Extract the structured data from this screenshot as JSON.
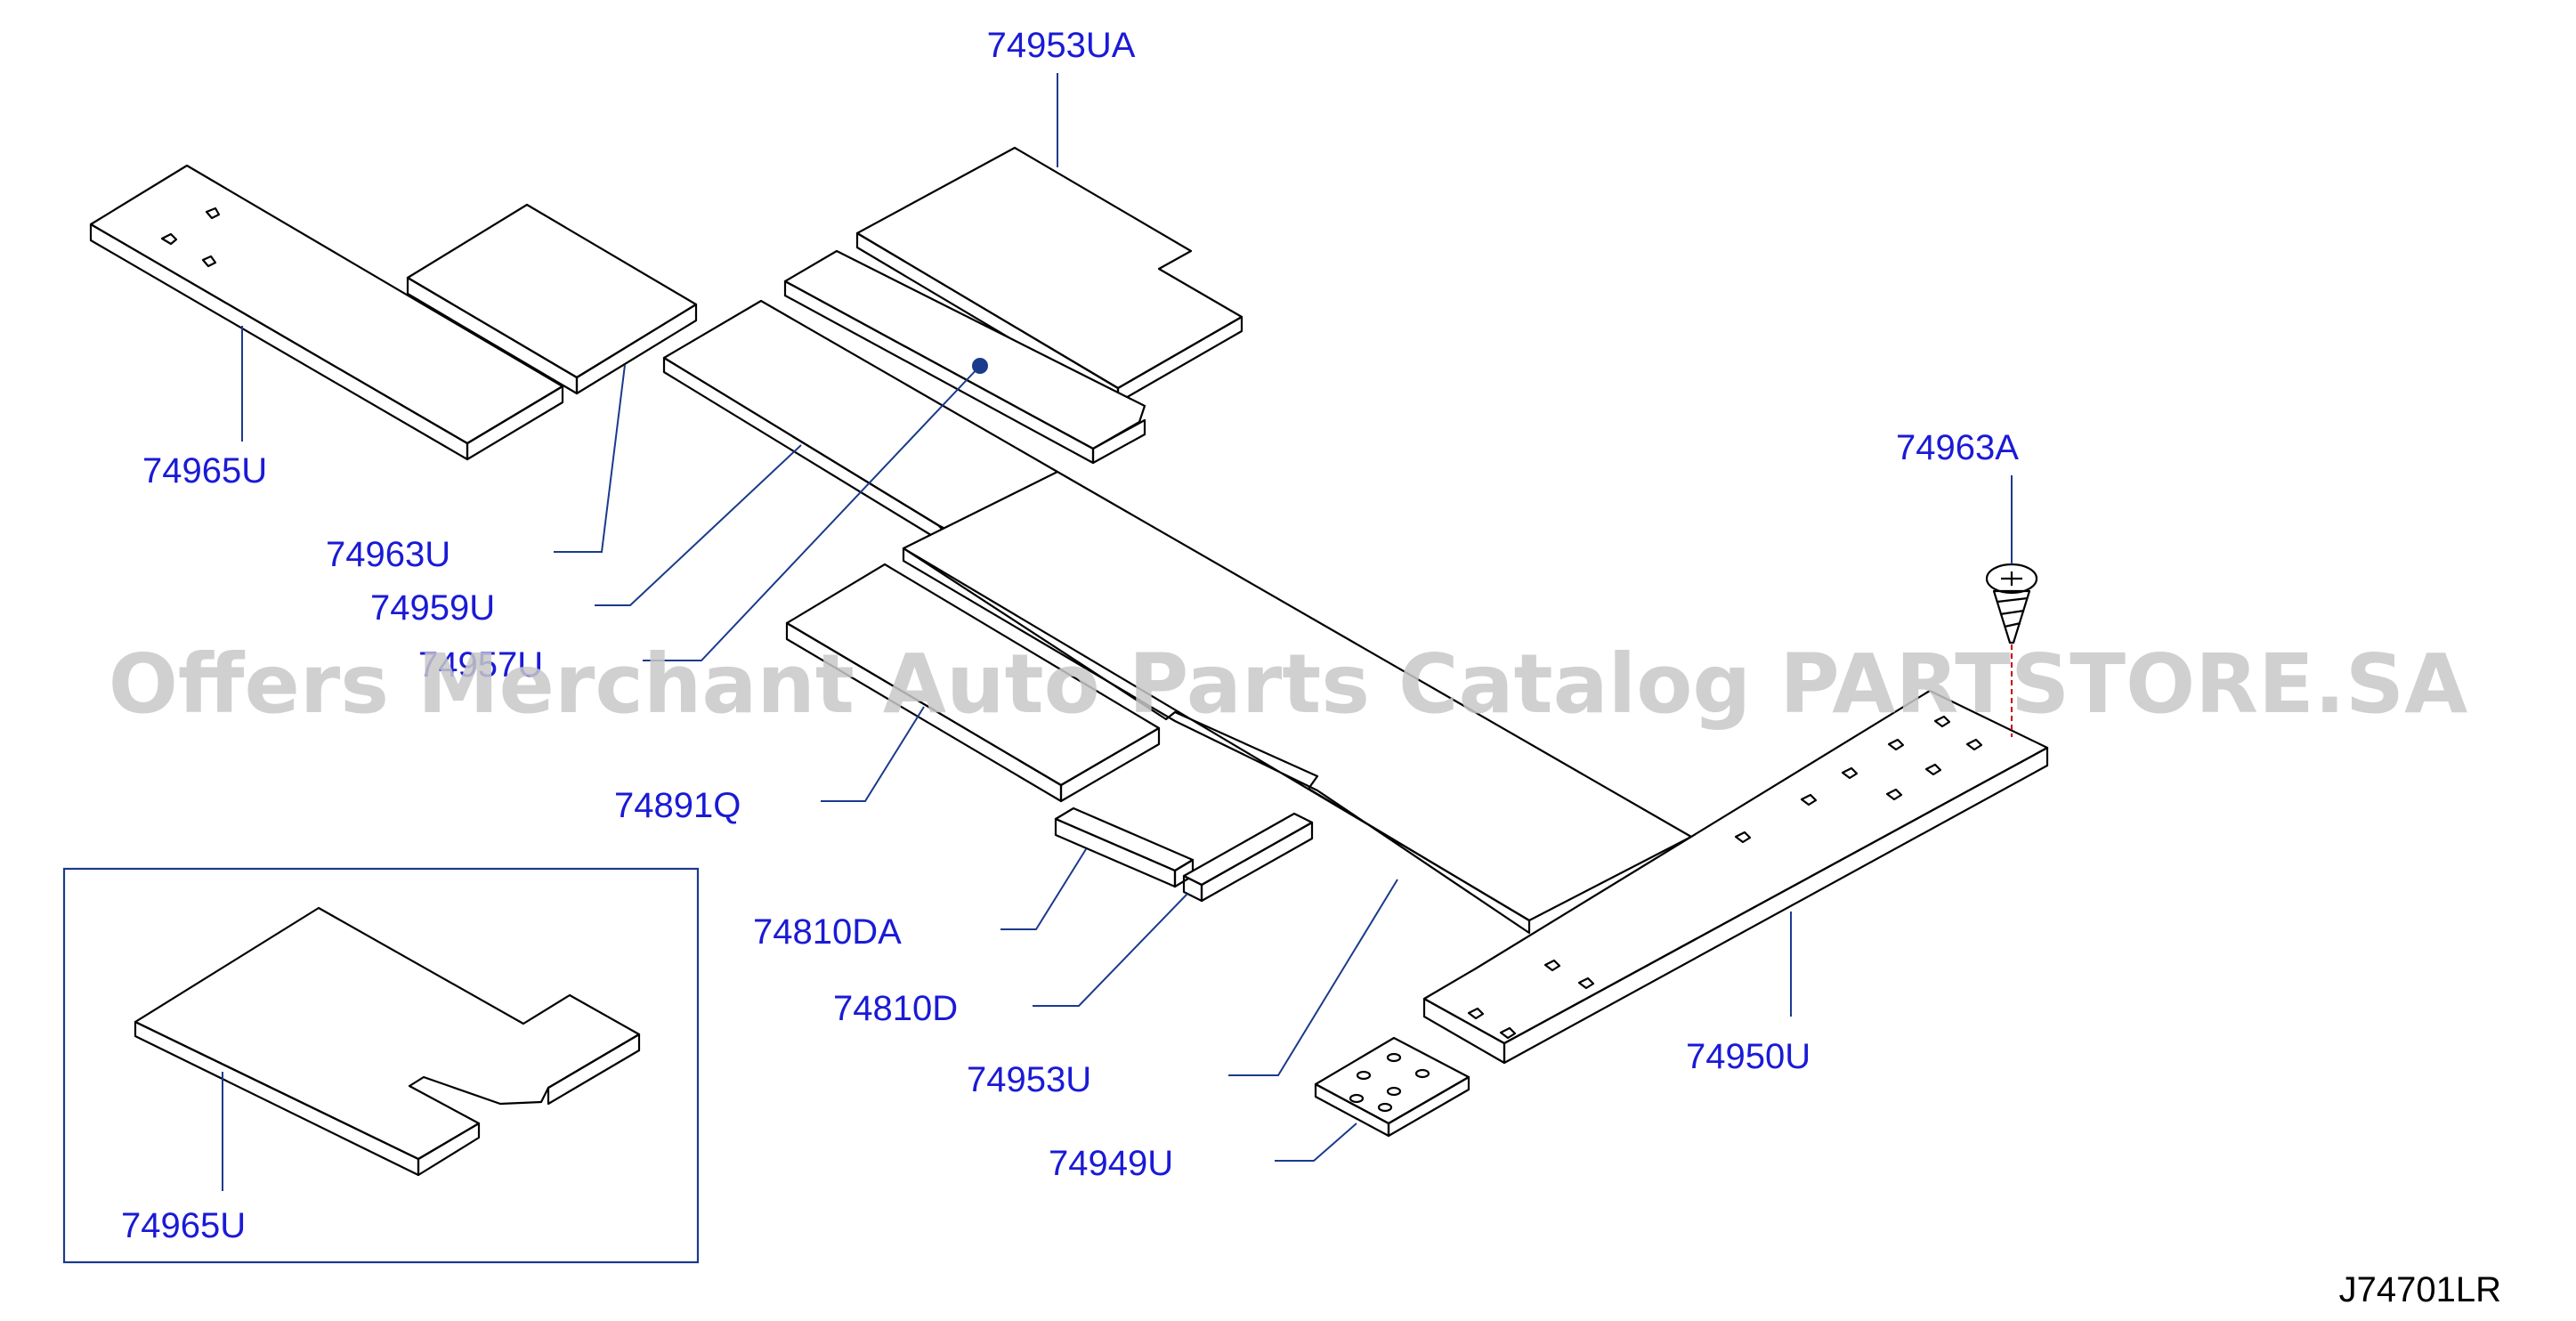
{
  "colors": {
    "label": "#1a1ad6",
    "leader": "#1a3a8c",
    "line": "#000000",
    "watermark": "#c8c8c8",
    "dashed": "#cc0000"
  },
  "watermark": "Offers Merchant Auto Parts Catalog PARTSTORE.SA",
  "diagram_code": "J74701LR",
  "labels": {
    "p74953UA": "74953UA",
    "p74965U_top": "74965U",
    "p74963U": "74963U",
    "p74959U": "74959U",
    "p74957U": "74957U",
    "p74891Q": "74891Q",
    "p74810DA": "74810DA",
    "p74810D": "74810D",
    "p74953U": "74953U",
    "p74949U": "74949U",
    "p74950U": "74950U",
    "p74963A": "74963A",
    "p74965U_inset": "74965U"
  }
}
